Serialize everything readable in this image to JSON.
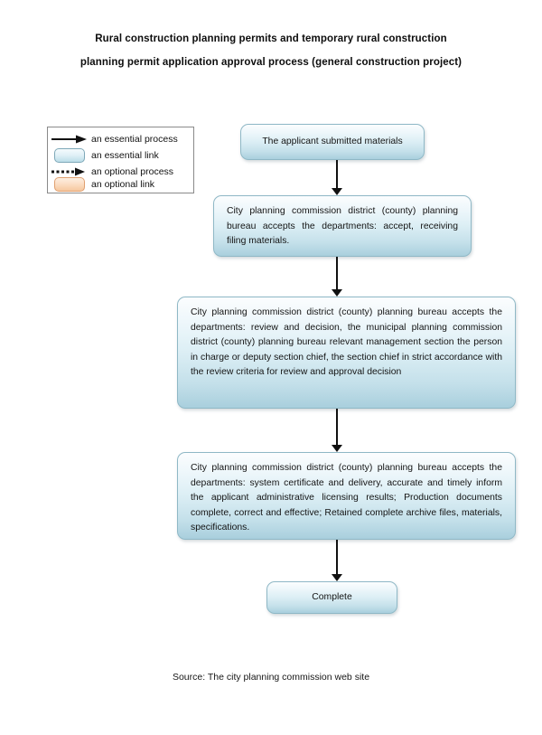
{
  "title": "Rural construction planning permits and temporary rural construction planning permit application approval process (general construction project)",
  "legend": {
    "items": [
      {
        "glyph": "solid-arrow-icon",
        "label": "an essential process"
      },
      {
        "glyph": "essential-link-swatch",
        "label": "an essential link"
      },
      {
        "glyph": "dotted-arrow-icon",
        "label": "an optional process"
      },
      {
        "glyph": "optional-link-swatch",
        "label": "an optional link"
      }
    ]
  },
  "colors": {
    "node_border": "#8fb8c6",
    "node_fill_top": "#fbfdfe",
    "node_fill_bottom": "#a9cfdd",
    "optional_border": "#e0a070",
    "optional_fill": "#f6c79f",
    "connector": "#111111",
    "legend_border": "#8a8a8a"
  },
  "flow": {
    "nodes": [
      {
        "id": "node-1",
        "text": "The applicant submitted materials"
      },
      {
        "id": "node-2",
        "text": "City planning commission district (county) planning bureau accepts the departments: accept, receiving filing materials."
      },
      {
        "id": "node-3",
        "text": "City planning commission district (county) planning bureau accepts the departments: review and decision, the municipal planning commission district (county) planning bureau relevant management section the person in charge or deputy section chief, the section chief in strict accordance with the review criteria for review and approval decision"
      },
      {
        "id": "node-4",
        "text": "City planning commission district (county) planning bureau accepts the departments: system certificate and delivery, accurate and timely inform the applicant administrative licensing results; Production documents complete, correct and effective; Retained complete archive files, materials, specifications."
      },
      {
        "id": "node-5",
        "text": "Complete"
      }
    ],
    "connectors": [
      {
        "id": "conn-1",
        "from": "node-1",
        "to": "node-2",
        "style": "essential"
      },
      {
        "id": "conn-2",
        "from": "node-2",
        "to": "node-3",
        "style": "essential"
      },
      {
        "id": "conn-3",
        "from": "node-3",
        "to": "node-4",
        "style": "essential"
      },
      {
        "id": "conn-4",
        "from": "node-4",
        "to": "node-5",
        "style": "essential"
      }
    ]
  },
  "source": "Source: The city planning commission web site"
}
